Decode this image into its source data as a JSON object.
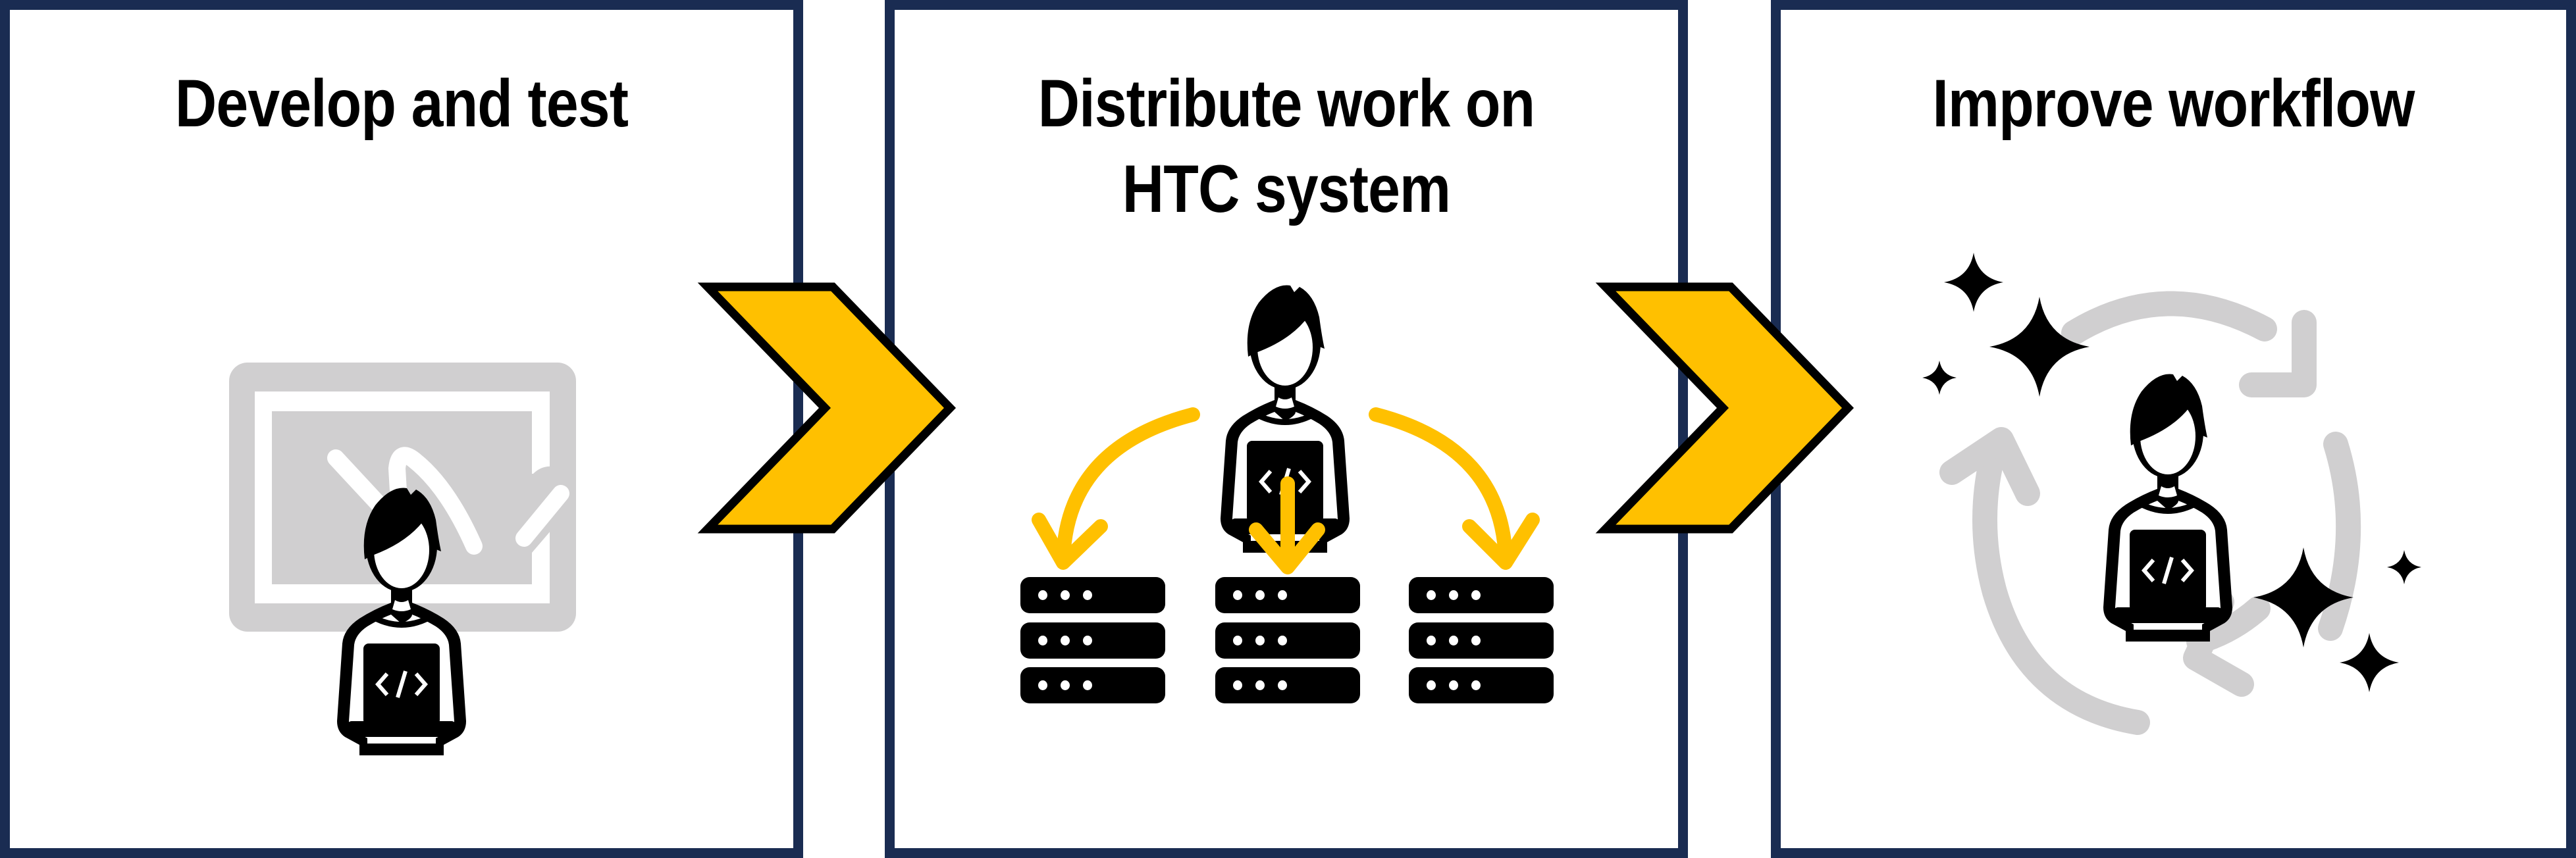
{
  "diagram": {
    "type": "process-flow",
    "colors": {
      "panel_border": "#1a2c52",
      "chevron_fill": "#ffc000",
      "chevron_stroke": "#000000",
      "arrow_yellow": "#ffc000",
      "icon_gray": "#d0cfd0",
      "icon_black": "#000000",
      "background": "#ffffff"
    },
    "steps": [
      {
        "id": "step-1",
        "title": "Develop and test",
        "icon": "developer-at-whiteboard-icon"
      },
      {
        "id": "step-2",
        "title_line1": "Distribute work on",
        "title_line2": "HTC system",
        "icon": "developer-distributing-to-servers-icon",
        "server_racks": 3,
        "units_per_rack": 3
      },
      {
        "id": "step-3",
        "title": "Improve workflow",
        "icon": "developer-cycle-sparkles-icon"
      }
    ],
    "connectors": [
      {
        "from": "step-1",
        "to": "step-2",
        "shape": "chevron-right"
      },
      {
        "from": "step-2",
        "to": "step-3",
        "shape": "chevron-right"
      }
    ],
    "code_glyph": "</>"
  }
}
